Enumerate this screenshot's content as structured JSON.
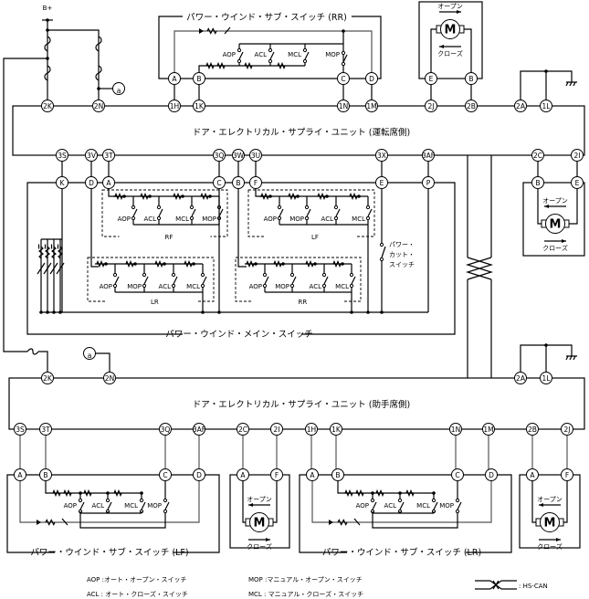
{
  "power": {
    "b_plus": "B+",
    "junction_a": "a"
  },
  "driver_unit": {
    "title": "ドア・エレクトリカル・サプライ・ユニット (運転席側)",
    "top_pins": [
      "2K",
      "2N",
      "1H",
      "1K",
      "1N",
      "1M",
      "2J",
      "2B",
      "2A",
      "1L"
    ],
    "bottom_pins": [
      "3S",
      "3V",
      "3T",
      "3Q",
      "3W",
      "3U",
      "3X",
      "3AF",
      "2C",
      "2I"
    ]
  },
  "rr_sub_switch": {
    "title": "パワー・ウインド・サブ・スイッチ (RR)",
    "pins": [
      "A",
      "B",
      "C",
      "D"
    ],
    "switches": [
      "AOP",
      "ACL",
      "MCL",
      "MOP"
    ]
  },
  "motor_rr": {
    "pins": [
      "E",
      "B"
    ],
    "symbol": "M",
    "open": "オープン",
    "close": "クローズ"
  },
  "main_switch": {
    "title": "パワー・ウインド・メイン・スイッチ",
    "pins": [
      "K",
      "D",
      "A",
      "C",
      "B",
      "F",
      "E",
      "P"
    ],
    "groups": [
      {
        "name": "RF",
        "switches": [
          "AOP",
          "ACL",
          "MCL",
          "MOP"
        ]
      },
      {
        "name": "LF",
        "switches": [
          "AOP",
          "MOP",
          "ACL",
          "MCL"
        ]
      },
      {
        "name": "LR",
        "switches": [
          "AOP",
          "MOP",
          "ACL",
          "MCL"
        ]
      },
      {
        "name": "RR",
        "switches": [
          "AOP",
          "MOP",
          "ACL",
          "MCL"
        ]
      }
    ],
    "power_cut": [
      "パワー・",
      "カット・",
      "スイッチ"
    ]
  },
  "motor_rf": {
    "pins": [
      "B",
      "E"
    ],
    "symbol": "M",
    "open": "オープン",
    "close": "クローズ"
  },
  "passenger_unit": {
    "title": "ドア・エレクトリカル・サプライ・ユニット (助手席側)",
    "top_pins": [
      "2K",
      "2N",
      "2A",
      "1L"
    ],
    "bottom_pins": [
      "3S",
      "3T",
      "3Q",
      "3AF",
      "2C",
      "2I",
      "1H",
      "1K",
      "1N",
      "1M",
      "2B",
      "2J"
    ]
  },
  "lf_sub_switch": {
    "title": "パワー・ウインド・サブ・スイッチ (LF)",
    "pins": [
      "A",
      "B",
      "C",
      "D"
    ],
    "switches": [
      "AOP",
      "ACL",
      "MCL",
      "MOP"
    ]
  },
  "motor_lf": {
    "pins": [
      "A",
      "F"
    ],
    "symbol": "M",
    "open": "オープン",
    "close": "クローズ"
  },
  "lr_sub_switch": {
    "title": "パワー・ウインド・サブ・スイッチ (LR)",
    "pins": [
      "A",
      "B",
      "C",
      "D"
    ],
    "switches": [
      "AOP",
      "ACL",
      "MCL",
      "MOP"
    ]
  },
  "motor_lr": {
    "pins": [
      "A",
      "F"
    ],
    "symbol": "M",
    "open": "オープン",
    "close": "クローズ"
  },
  "legend": {
    "items": [
      "AOP :オート・オープン・スイッチ",
      "ACL : オート・クローズ・スイッチ",
      "MOP :マニュアル・オープン・スイッチ",
      "MCL : マニュアル・クローズ・スイッチ"
    ],
    "hs_can": ": HS-CAN"
  }
}
